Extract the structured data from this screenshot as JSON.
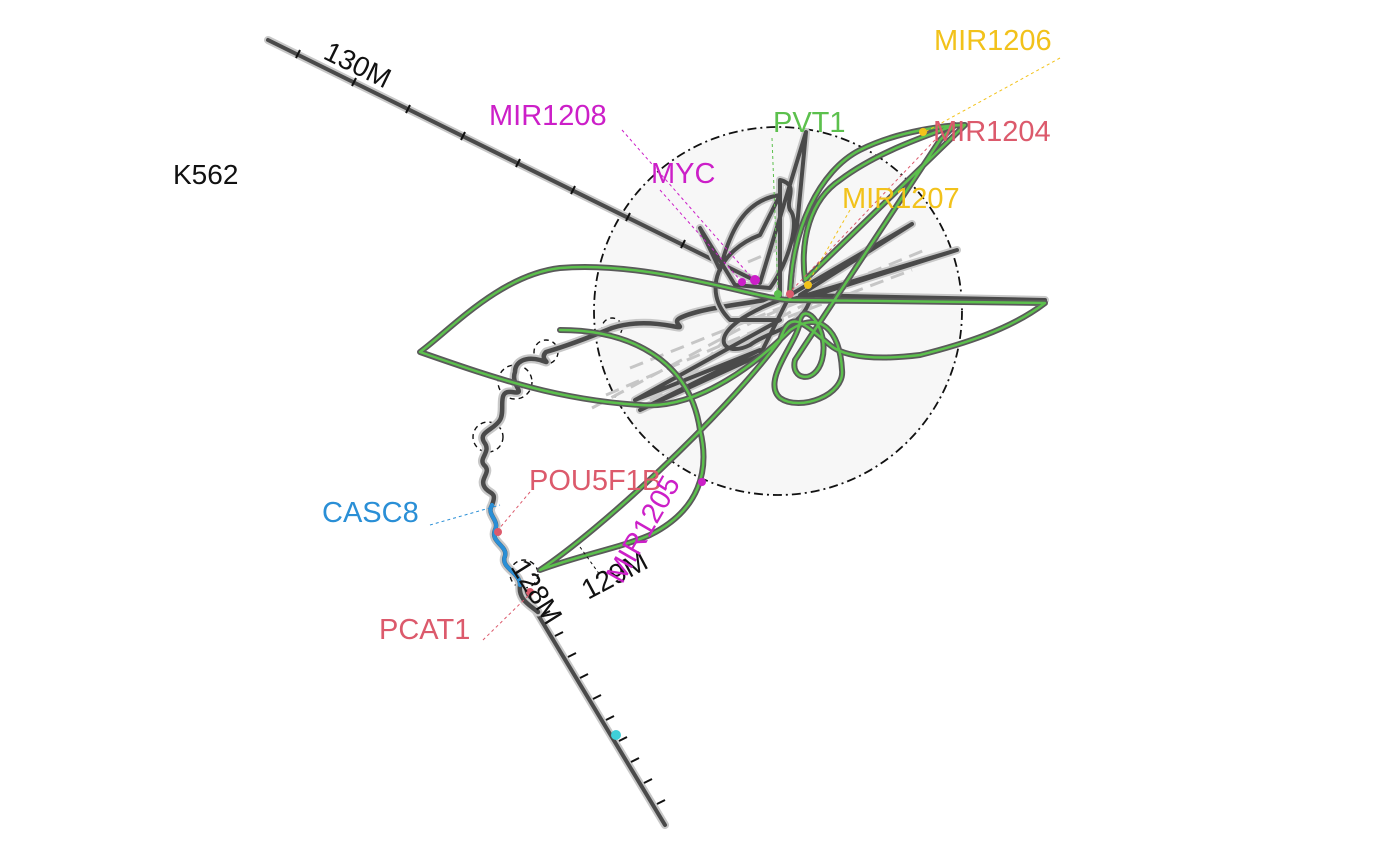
{
  "sample": "K562",
  "colors": {
    "chromatin": "#4a4a4a",
    "chromatin_halo": "#c8c8c8",
    "ecdna_highlight": "#5cc04d",
    "casc8_highlight": "#2a8fd6",
    "ticks": "#111111",
    "ghost": "#c4c4c4",
    "region_fill": "#f6f6f6"
  },
  "coordinates": [
    {
      "label": "130M"
    },
    {
      "label": "128M"
    },
    {
      "label": "129M"
    }
  ],
  "genes": [
    {
      "name": "MIR1206",
      "color": "#f2c21b"
    },
    {
      "name": "PVT1",
      "color": "#5cc04d"
    },
    {
      "name": "MIR1204",
      "color": "#dc5a6c"
    },
    {
      "name": "MIR1208",
      "color": "#cc1fc8"
    },
    {
      "name": "MYC",
      "color": "#cc1fc8"
    },
    {
      "name": "MIR1207",
      "color": "#f2c21b"
    },
    {
      "name": "POU5F1B",
      "color": "#dc5a6c"
    },
    {
      "name": "CASC8",
      "color": "#2a8fd6"
    },
    {
      "name": "MIR1205",
      "color": "#cc1fc8"
    },
    {
      "name": "PCAT1",
      "color": "#dc5a6c"
    }
  ]
}
